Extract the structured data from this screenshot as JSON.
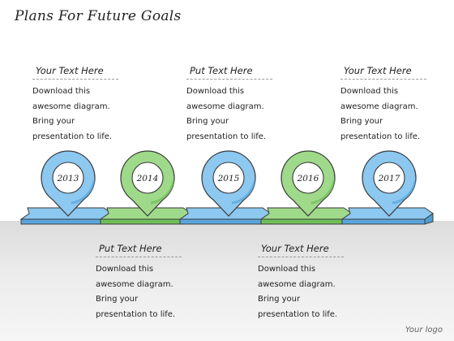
{
  "title": "Plans For Future Goals",
  "milestones": [
    {
      "year": "2013",
      "color": "blue"
    },
    {
      "year": "2014",
      "color": "green"
    },
    {
      "year": "2015",
      "color": "blue"
    },
    {
      "year": "2016",
      "color": "green"
    },
    {
      "year": "2017",
      "color": "blue"
    }
  ],
  "top_blocks": [
    {
      "heading": "Your Text Here",
      "lines": [
        "Download this",
        "awesome diagram.",
        "Bring your",
        "presentation to life."
      ]
    },
    {
      "heading": "Put Text Here",
      "lines": [
        "Download this",
        "awesome diagram.",
        "Bring your",
        "presentation to life."
      ]
    },
    {
      "heading": "Your Text Here",
      "lines": [
        "Download this",
        "awesome diagram.",
        "Bring your",
        "presentation to life."
      ]
    }
  ],
  "bottom_blocks": [
    {
      "heading": "Put Text Here",
      "lines": [
        "Download this",
        "awesome diagram.",
        "Bring your",
        "presentation to life."
      ]
    },
    {
      "heading": "Your Text Here",
      "lines": [
        "Download this",
        "awesome diagram.",
        "Bring your",
        "presentation to life."
      ]
    }
  ],
  "logo": "Your logo",
  "colors": {
    "blue_fill": "#8cc8f0",
    "blue_dark": "#4f9fd6",
    "blue_side": "#5aa6de",
    "green_fill": "#9fd98a",
    "green_dark": "#67b552",
    "green_side": "#6fbf58",
    "outline": "#3a3a3a"
  }
}
